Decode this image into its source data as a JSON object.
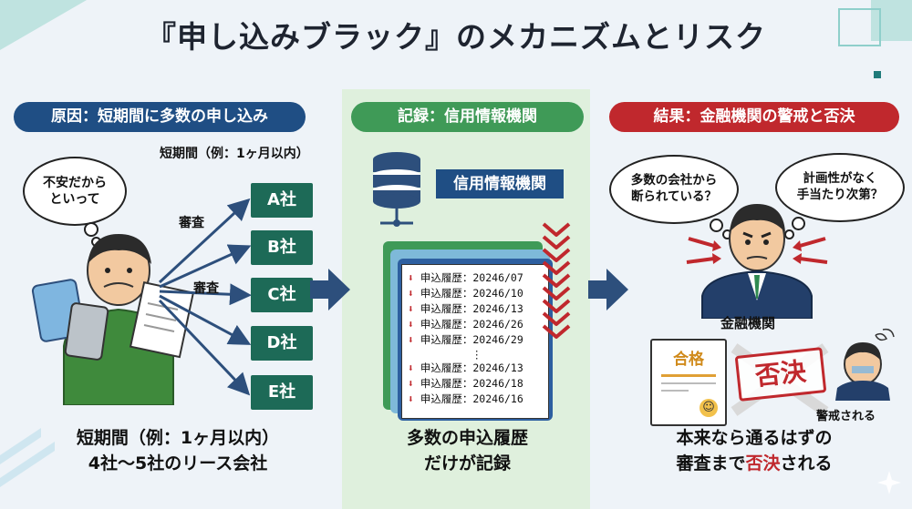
{
  "title": "『申し込みブラック』のメカニズムとリスク",
  "left": {
    "header": "原因：短期間に多数の申し込み",
    "period_label": "短期間（例：1ヶ月以内）",
    "bubble": "不安だから\nといって",
    "review_labels": [
      "審査",
      "審査"
    ],
    "companies": [
      "A社",
      "B社",
      "C社",
      "D社",
      "E社"
    ],
    "caption_line1": "短期間（例：1ヶ月以内）",
    "caption_line2": "4社〜5社のリース会社"
  },
  "middle": {
    "header": "記録：信用情報機関",
    "db_label": "信用情報機関",
    "records_top": [
      "申込履歴：20246/07",
      "申込履歴：20246/10",
      "申込履歴：20246/13",
      "申込履歴：20246/26",
      "申込履歴：20246/29"
    ],
    "records_bottom": [
      "申込履歴：20246/13",
      "申込履歴：20246/18",
      "申込履歴：20246/16"
    ],
    "ellipsis": "⋮",
    "caption_line1": "多数の申込履歴",
    "caption_line2": "だけが記録"
  },
  "right": {
    "header": "結果：金融機関の警戒と否決",
    "bubble_left": "多数の会社から\n断られている？",
    "bubble_right": "計画性がなく\n手当たり次第？",
    "person_label": "金融機関",
    "pass_label": "合格",
    "stamp": "否決",
    "warned_label": "警戒される",
    "caption_line1": "本来なら通るはずの",
    "caption_line2_a": "審査まで",
    "caption_line2_b": "否決",
    "caption_line2_c": "される"
  },
  "colors": {
    "blue": "#1f4e84",
    "green": "#3f9a57",
    "red": "#c0282d",
    "company": "#1d6a57",
    "arrow": "#2d4f7c"
  }
}
